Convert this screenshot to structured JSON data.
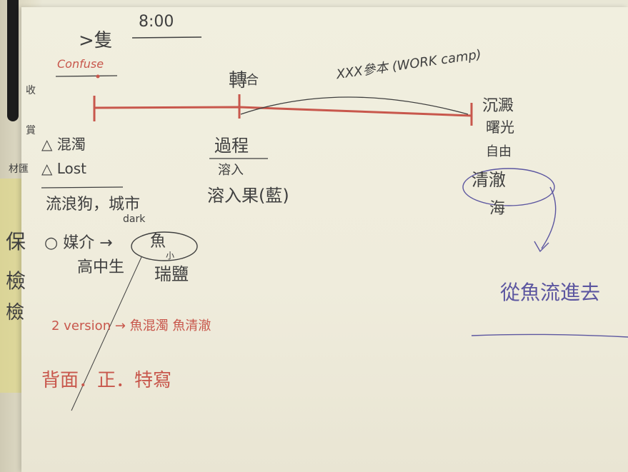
{
  "image": {
    "notes": {
      "time": "8:00",
      "top_left_word": ">隻",
      "confuse": "Confuse",
      "turn_point": "轉",
      "turn_point_small": "合",
      "arc_label": "XXX參本 (WORK camp)",
      "end_chars_1": "沉澱",
      "end_chars_2": "曙光",
      "end_chars_3": "自由",
      "circle_right": "清澈",
      "circle_right_2": "海",
      "left_margin_1": "收",
      "left_margin_2": "賞",
      "left_margin_3": "材匯",
      "left_margin_4": "保",
      "left_margin_5": "檢",
      "left_margin_6": "檢",
      "muddy": "△ 混濁",
      "lost": "△ Lost",
      "wander": "流浪狗，城市",
      "dark": "dark",
      "process": "過程",
      "process_sub": "溶入",
      "process_sub_2": "溶入果(藍)",
      "medium": "○ 媒介 →",
      "fish": "魚",
      "fish_small": "小",
      "kaoshi": "高中生",
      "tiaozhan": "瑞鹽",
      "version": "2 version → 魚混濁 魚清澈",
      "bottom_red": "背面．正．特寫",
      "bottom_right": "從魚流進去"
    }
  },
  "colors": {
    "red_ink": "#c8574c",
    "pencil": "#3f3f3f",
    "purple_ink": "#5c56a0"
  }
}
